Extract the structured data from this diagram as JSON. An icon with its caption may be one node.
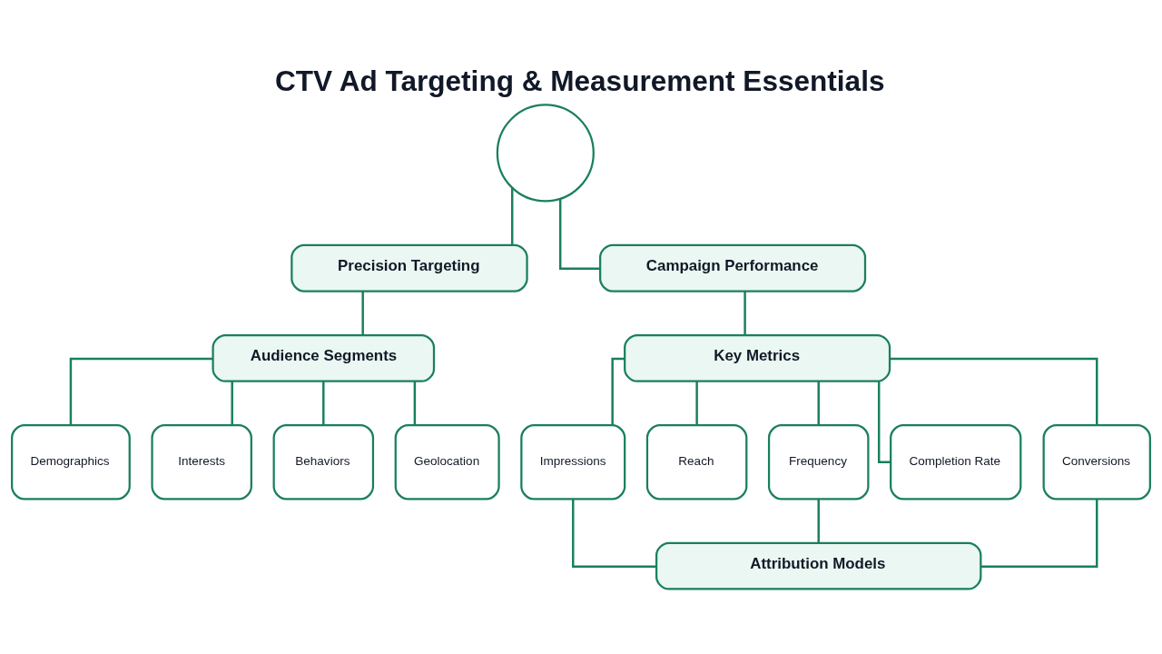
{
  "diagram": {
    "title": "CTV Ad Targeting & Measurement Essentials",
    "nodes": [
      {
        "text": [],
        "shape": "circle"
      },
      {
        "text": [
          "Precision Targeting"
        ]
      },
      {
        "text": [
          "Campaign Performance"
        ]
      },
      {
        "text": [
          "Audience Segments"
        ]
      },
      {
        "text": [
          "Key Metrics"
        ]
      },
      {
        "text": [
          "Demographics"
        ]
      },
      {
        "text": [
          "Interests"
        ]
      },
      {
        "text": [
          "Behaviors"
        ]
      },
      {
        "text": [
          "Geolocation"
        ]
      },
      {
        "text": [
          "Impressions"
        ]
      },
      {
        "text": [
          "Reach"
        ]
      },
      {
        "text": [
          "Frequency"
        ]
      },
      {
        "text": [
          "Completion Rate"
        ]
      },
      {
        "text": [
          "Conversions"
        ]
      },
      {
        "text": [
          "Attribution Models"
        ]
      }
    ],
    "edges": [
      {
        "from": 0,
        "to": 1,
        "arrow": "none"
      },
      {
        "from": 0,
        "to": 2,
        "arrow": "none"
      },
      {
        "from": 1,
        "to": 3,
        "arrow": "none"
      },
      {
        "from": 2,
        "to": 4,
        "arrow": "none"
      },
      {
        "from": 3,
        "to": 5,
        "arrow": "none"
      },
      {
        "from": 3,
        "to": 6,
        "arrow": "none"
      },
      {
        "from": 3,
        "to": 7,
        "arrow": "none"
      },
      {
        "from": 3,
        "to": 8,
        "arrow": "none"
      },
      {
        "from": 4,
        "to": 9,
        "arrow": "none"
      },
      {
        "from": 4,
        "to": 10,
        "arrow": "none"
      },
      {
        "from": 4,
        "to": 11,
        "arrow": "none"
      },
      {
        "from": 4,
        "to": 12,
        "arrow": "none"
      },
      {
        "from": 4,
        "to": 13,
        "arrow": "none"
      },
      {
        "from": 9,
        "to": 14,
        "arrow": "none"
      },
      {
        "from": 11,
        "to": 14,
        "arrow": "none"
      },
      {
        "from": 13,
        "to": 14,
        "arrow": "none"
      }
    ]
  }
}
